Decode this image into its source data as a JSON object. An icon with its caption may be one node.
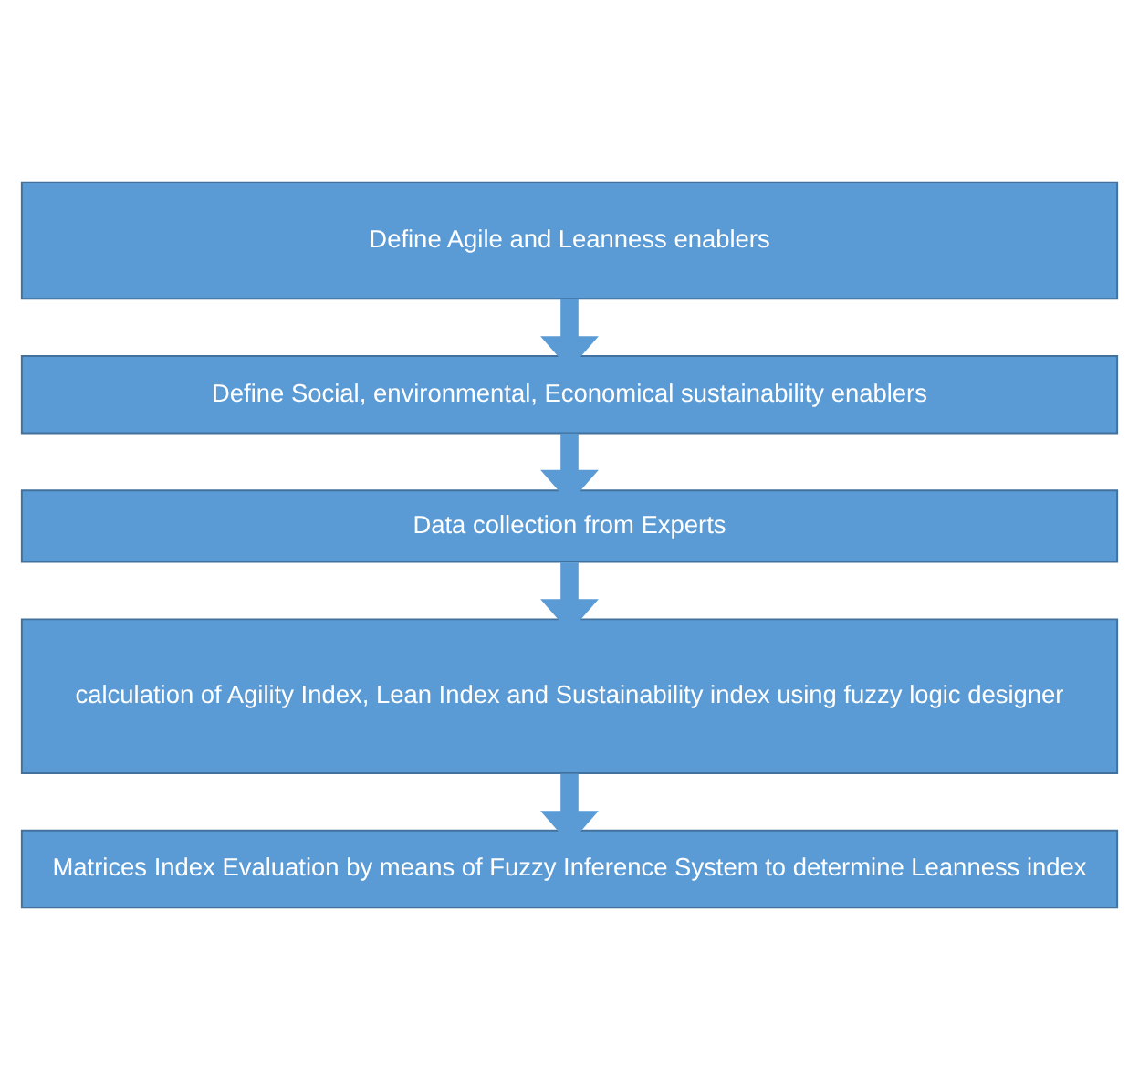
{
  "diagram": {
    "nodes": [
      {
        "text": [
          "Define Agile and Leanness enablers"
        ]
      },
      {
        "text": [
          "Define Social, environmental, Economical sustainability enablers"
        ]
      },
      {
        "text": [
          "Data collection from Experts"
        ]
      },
      {
        "text": [
          "calculation of Agility Index, Lean Index and Sustainability index using fuzzy logic designer"
        ]
      },
      {
        "text": [
          "Matrices Index Evaluation by means of Fuzzy Inference System to determine Leanness index"
        ]
      }
    ],
    "edges": [
      {
        "from": 0,
        "to": 1,
        "arrow": "to"
      },
      {
        "from": 1,
        "to": 2,
        "arrow": "to"
      },
      {
        "from": 2,
        "to": 3,
        "arrow": "to"
      },
      {
        "from": 3,
        "to": 4,
        "arrow": "to"
      }
    ]
  }
}
